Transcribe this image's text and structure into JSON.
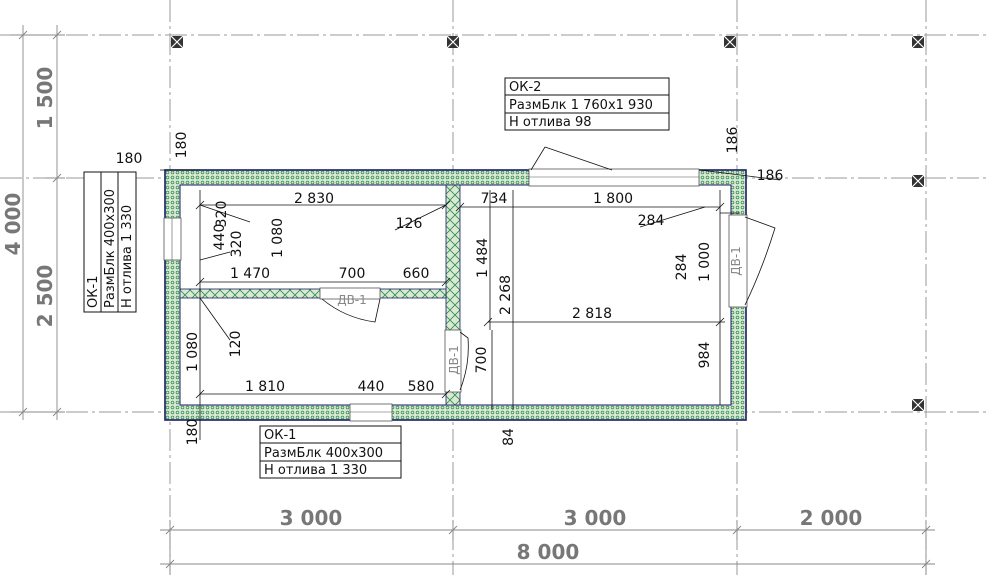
{
  "plan": {
    "overall_dims": {
      "bottom_total": "8 000",
      "bottom_spans": [
        "3 000",
        "3 000",
        "2 000"
      ],
      "left_total": "4 000",
      "left_spans": [
        "1 500",
        "2 500"
      ]
    },
    "inner_dims": {
      "d180_top_left_h": "180",
      "d180_top_left_v": "180",
      "d180_bottom": "180",
      "d2830": "2 830",
      "d126": "126",
      "d734": "734",
      "d1800": "1 800",
      "d284_a": "284",
      "d284_b": "284",
      "d186_a": "186",
      "d186_b": "186",
      "d440_v": "440",
      "d320_a": "320",
      "d320_b": "320",
      "d1080_a": "1 080",
      "d1470": "1 470",
      "d700_h": "700",
      "d660": "660",
      "d1484": "1 484",
      "d2268": "2 268",
      "d1000": "1 000",
      "d2818": "2 818",
      "d120": "120",
      "d1080_b": "1 080",
      "d700_v": "700",
      "d984": "984",
      "d1810": "1 810",
      "d440_h": "440",
      "d580": "580",
      "d84": "84"
    },
    "tags": {
      "ok2": {
        "name": "ОК-2",
        "size": "РазмБлк  1 760x1 930",
        "sill": "Н отлива  98"
      },
      "ok1_left": {
        "name": "ОК-1",
        "size": "РазмБлк  400x300",
        "sill": "Н отлива  1 330"
      },
      "ok1_bottom": {
        "name": "ОК-1",
        "size": "РазмБлк  400x300",
        "sill": "Н отлива  1 330"
      }
    },
    "doors": {
      "dv1_a": "ДВ-1",
      "dv1_b": "ДВ-1",
      "dv1_c": "ДВ-1"
    },
    "colors": {
      "wall_fill": "#d9ead0",
      "wall_pattern": "#2e8b57",
      "outline": "#1a1a66",
      "grid": "#9a9a9a"
    }
  }
}
